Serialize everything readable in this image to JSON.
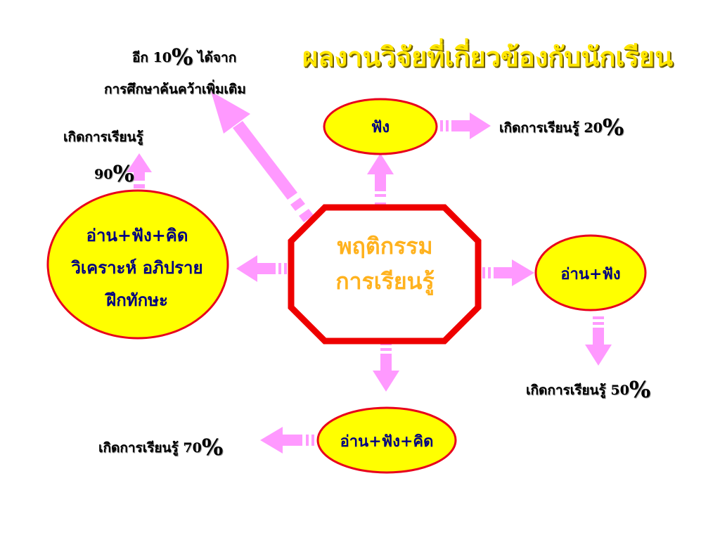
{
  "title": "ผลงานวิจัยที่เกี่ยวข้องกับนักเรียน",
  "center": {
    "line1": "พฤติกรรม",
    "line2": "การเรียนรู้"
  },
  "nodes": {
    "listen": "ฟัง",
    "read_listen": "อ่าน+ฟัง",
    "read_listen_think": "อ่าน+ฟัง+คิด",
    "full": {
      "line1": "อ่าน+ฟัง+คิด",
      "line2": "วิเคราะห์ อภิปราย",
      "line3": "ฝึกทักษะ"
    }
  },
  "outcomes": {
    "listen": {
      "text": "เกิดการเรียนรู้ ",
      "num": "20",
      "pct": "%"
    },
    "read_listen": {
      "text": "เกิดการเรียนรู้ ",
      "num": "50",
      "pct": "%"
    },
    "read_listen_think": {
      "text": "เกิดการเรียนรู้ ",
      "num": "70",
      "pct": "%"
    },
    "full": {
      "text": "เกิดการเรียนรู้",
      "num": "90",
      "pct": "%"
    },
    "extra": {
      "prefix": "อีก ",
      "num": "10",
      "pct": "%",
      "suffix": " ได้จาก",
      "line2": "การศึกษาค้นคว้าเพิ่มเติม"
    }
  },
  "colors": {
    "node_fill": "#FFFF00",
    "node_border": "#E8001C",
    "arrow": "#FF99FF",
    "center_border": "#EE0000",
    "title": "#FFE600",
    "center_text": "#FFB21E",
    "node_text": "#000080"
  }
}
